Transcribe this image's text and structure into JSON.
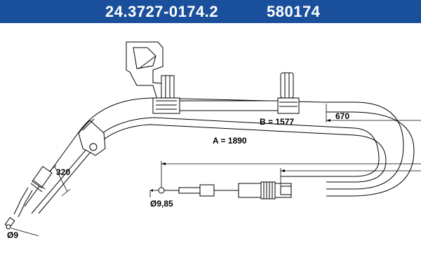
{
  "header": {
    "part_number": "24.3727-0174.2",
    "alt_number": "580174",
    "background": "#1a4f9c",
    "text_color": "#ffffff"
  },
  "dimensions": {
    "a_label": "A = 1890",
    "b_label": "B = 1577",
    "offset_670": "670",
    "offset_320": "320",
    "diameter_end": "Ø9,85",
    "diameter_start": "Ø9"
  }
}
